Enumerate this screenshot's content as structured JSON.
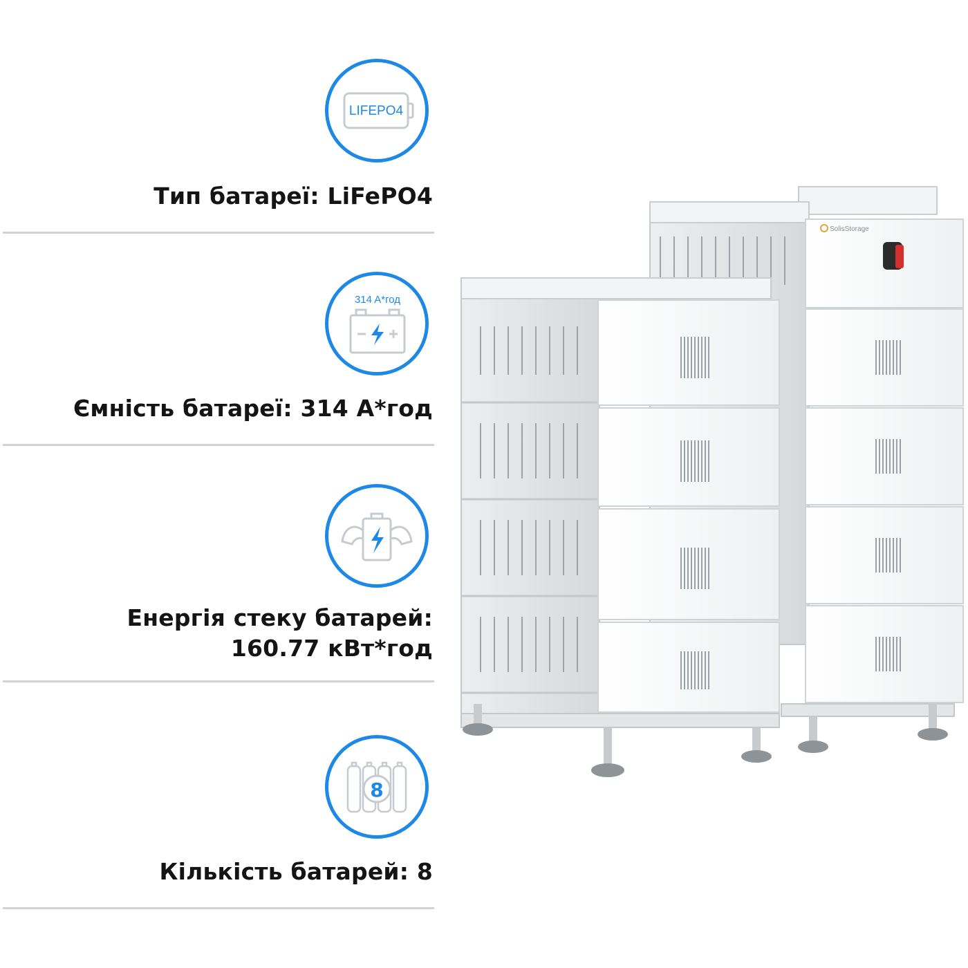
{
  "specs": [
    {
      "badge_text": "LIFEPO4",
      "label": "Тип батареї: LiFePO4",
      "icon": "battery-lifepo4-icon"
    },
    {
      "badge_text": "314 A*год",
      "label": "Ємність батареї: 314 А*год",
      "icon": "battery-capacity-icon"
    },
    {
      "label_line1": "Енергія стеку батарей:",
      "label_line2": "160.77 кВт*год",
      "icon": "battery-strength-icon"
    },
    {
      "badge_text": "8",
      "label": "Кількість батарей: 8",
      "icon": "battery-count-icon"
    }
  ],
  "product": {
    "brand_text": "SolisStorage"
  },
  "colors": {
    "accent": "#1e88e5",
    "divider": "#cfd3d6",
    "text": "#141414",
    "switch_red": "#d32f2f"
  }
}
